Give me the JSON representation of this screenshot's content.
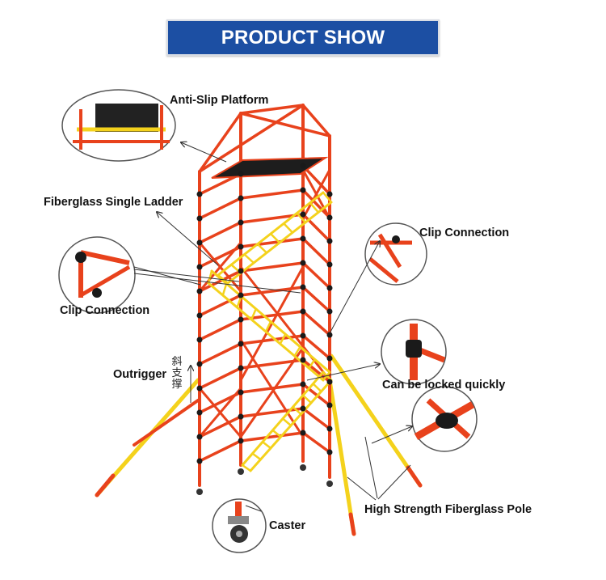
{
  "banner": {
    "title": "PRODUCT SHOW"
  },
  "labels": {
    "anti_slip_platform": "Anti-Slip Platform",
    "fiberglass_single_ladder": "Fiberglass Single Ladder",
    "clip_connection_right": "Clip Connection",
    "clip_connection_left": "Clip Connection",
    "outrigger": "Outrigger",
    "outrigger_chinese": "斜支撑",
    "locked_quickly": "Can be locked quickly",
    "caster": "Caster",
    "fiberglass_pole": "High Strength Fiberglass Pole"
  },
  "colors": {
    "banner_bg": "#1c4fa3",
    "frame_orange": "#e8421c",
    "ladder_yellow": "#f4d21c",
    "joint_black": "#1a1a1a"
  }
}
